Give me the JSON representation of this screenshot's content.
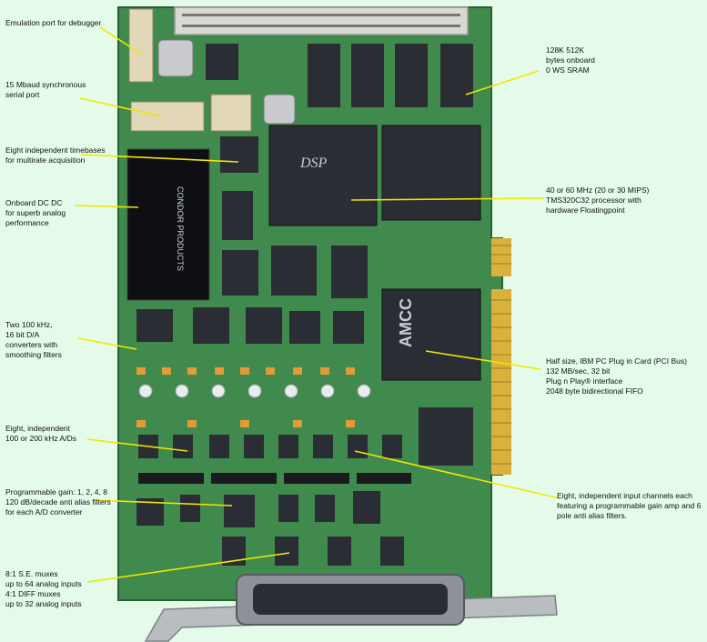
{
  "colors": {
    "background": "#e4fbe9",
    "pcb": "#3f8a4c",
    "pcb_dark": "#2f6e3b",
    "chip": "#2a2d33",
    "gold": "#d9b13c",
    "callout_line": "#f2e600"
  },
  "callouts": [
    {
      "id": "emulation-port",
      "text": "Emulation port for debugger"
    },
    {
      "id": "serial-port",
      "text": "15 Mbaud synchronous\nserial port"
    },
    {
      "id": "timebases",
      "text": "Eight independent timebases\nfor multirate acquisition"
    },
    {
      "id": "dcdc",
      "text": "Onboard DC DC\nfor superb analog\nperformance"
    },
    {
      "id": "dac",
      "text": "Two 100 kHz,\n16 bit D/A\nconverters with\nsmoothing filters"
    },
    {
      "id": "adc",
      "text": "Eight, independent\n100 or 200 kHz A/Ds"
    },
    {
      "id": "gain",
      "text": "Programmable gain: 1, 2, 4, 8\n120 dB/decade anti alias filters\nfor each A/D converter"
    },
    {
      "id": "mux",
      "text": "8:1 S.E. muxes\nup to 64 analog inputs\n4:1 DIFF muxes\nup to 32 analog inputs"
    },
    {
      "id": "sram",
      "text": "128K   512K\nbytes onboard\n0 WS SRAM"
    },
    {
      "id": "processor",
      "text": "40 or 60 MHz  (20 or 30 MIPS)\nTMS320C32 processor with\nhardware Floatingpoint"
    },
    {
      "id": "pci",
      "text": "Half size, IBM PC  Plug in Card (PCI Bus)\n132 MB/sec, 32 bit\nPlug n Play® interface\n2048 byte bidirectional FIFO"
    },
    {
      "id": "input-channels",
      "text": "Eight, independent input channels each\nfeaturing a programmable gain amp and 6\npole anti alias filters."
    }
  ],
  "chip_marks": {
    "dsp": "DSP",
    "amcc": "AMCC",
    "dcdc_brand": "CONDOR PRODUCTS"
  }
}
